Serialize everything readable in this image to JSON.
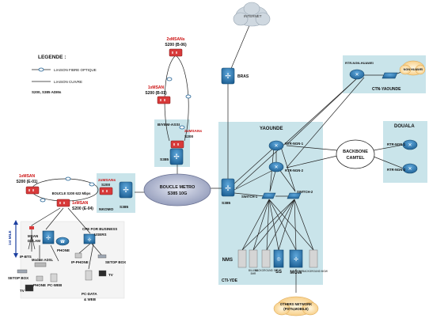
{
  "legend": {
    "title": "LEGENDE :",
    "fiber": "LIAISON FIBRE OPTIQUE",
    "copper": "LIAISON CUIVRE",
    "adms": "S200, S385  ADMs"
  },
  "cloud_internet": "INTERNET",
  "bras": "BRAS",
  "msan_top": {
    "line1": "2xMSANs",
    "line2": "S200 (B-06)"
  },
  "msan_b01": {
    "line1": "1xMSAN",
    "line2": "S200 (B-01)"
  },
  "biyem": {
    "title": "BIYEM-ASSI",
    "line1": "2xMSANs",
    "line2": "S200",
    "adm": "S385"
  },
  "ring_metro": {
    "line1": "BOUCLE METRO",
    "line2": "S385 10G"
  },
  "nkomo": {
    "title": "NKOMO",
    "line1": "2xMSANs",
    "line2": "S200",
    "adm": "S385"
  },
  "msan_e01": {
    "line1": "1xMSAN",
    "line2": "S200 (E-01)"
  },
  "ring_s200": "BOUCLE S200 622 Mbps",
  "msan_e04": {
    "line1": "1xMSAN",
    "line2": "S200 (E-04)"
  },
  "first_mile": "1st MILE",
  "ip_bts": "IP-BTS",
  "msan_dslam": {
    "line1": "MSAN",
    "line2": "DSLAM"
  },
  "phone": "PHONE",
  "modem": "Modem ADSL",
  "phone2": "PHONE",
  "pc_web": "PC-WEB",
  "setop_box": "SETOP BOX",
  "tv": "TV",
  "ip_phone": "IP-PHONE",
  "cpe": {
    "line1": "CPE FOR BUSINESS",
    "line2": "USERS"
  },
  "setop_box2": "SETOP BOX",
  "tv2": "TV",
  "pc_data": {
    "line1": "PC-DATA",
    "line2": "& WEB"
  },
  "yaounde": {
    "title": "YAOUNDE",
    "rtr1": "RTR-NGN-1",
    "rtr2": "RTR-NGN-2",
    "s385": "S385",
    "switch1": "SWITCH-1",
    "switch2": "SWITCH-2",
    "nms": "NMS",
    "billing": "BILLING",
    "billing2": "BHR",
    "bk_ss": "BACKGROUND SS",
    "ss": "SS",
    "mgw": "MGW",
    "bk_mgw": "BACKGROUND MGW",
    "cti": "CTI-YDE"
  },
  "backbone": {
    "line1": "BACKBONE",
    "line2": "CAMTEL"
  },
  "ctn": {
    "title": "CTN-YAOUNDE",
    "rtr": "RTR-NGN-HUAWEI",
    "cloud": "NGN HUAWEI"
  },
  "douala": {
    "title": "DOUALA",
    "rtr1": "RTR-NGN-1",
    "rtr2": "RTR-NGN-2"
  },
  "others": {
    "line1": "OTHERS NETWORK",
    "line2": "(PSTN,MOBILE)"
  },
  "colors": {
    "panel": "#c9e4ea",
    "router": "#2a7bb5",
    "msan": "#d83a3a",
    "label_red": "#cc1111",
    "cloud_orange": "#fbe3b2",
    "cloud_grey": "#cfd8e0",
    "ring": "#8f98b8"
  }
}
